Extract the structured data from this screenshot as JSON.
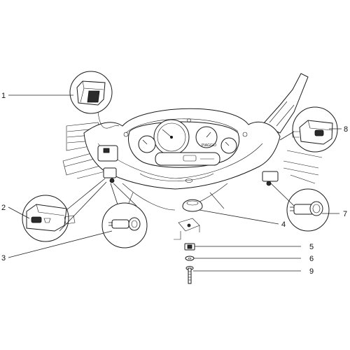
{
  "callouts": [
    {
      "num": "1"
    },
    {
      "num": "2"
    },
    {
      "num": "3"
    },
    {
      "num": "4"
    },
    {
      "num": "5"
    },
    {
      "num": "6"
    },
    {
      "num": "7"
    },
    {
      "num": "8"
    },
    {
      "num": "9"
    }
  ],
  "dashboard_brand_text": "PIAGGIO",
  "colors": {
    "line": "#1a1a1a",
    "background": "#ffffff"
  }
}
